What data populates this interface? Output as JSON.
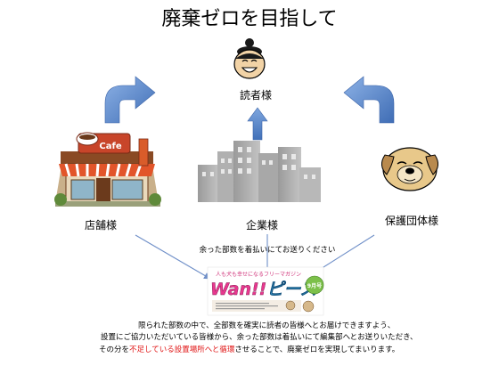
{
  "title": "廃棄ゼロを目指して",
  "nodes": {
    "readers": "読者様",
    "stores": "店舗様",
    "companies": "企業様",
    "shelters": "保護団体様"
  },
  "flow_label": "余った部数を着払いにてお送りください",
  "magazine": {
    "tagline": "人も犬も幸せになるフリーマガジン",
    "logo": "Wan!!ピース",
    "logo_latin": "Wan!!",
    "logo_kana": "ピース",
    "stamp": "9月号"
  },
  "store_sign": "Cafe",
  "note": {
    "line1": "限られた部数の中で、全部数を確実に読者の皆様へとお届けできますよう、",
    "line2": "設置にご協力いただいている皆様から、余った部数は着払いにて編集部へとお送りいただき、",
    "line3_pre": "その分を",
    "line3_red": "不足している設置場所へと循環",
    "line3_post": "させることで、廃棄ゼロを実現してまいります。"
  },
  "colors": {
    "curved_arrow": "#4f7fc4",
    "up_arrow": "#4f7fc4",
    "flow_line": "#6f8fc8",
    "highlight": "#e01414"
  }
}
